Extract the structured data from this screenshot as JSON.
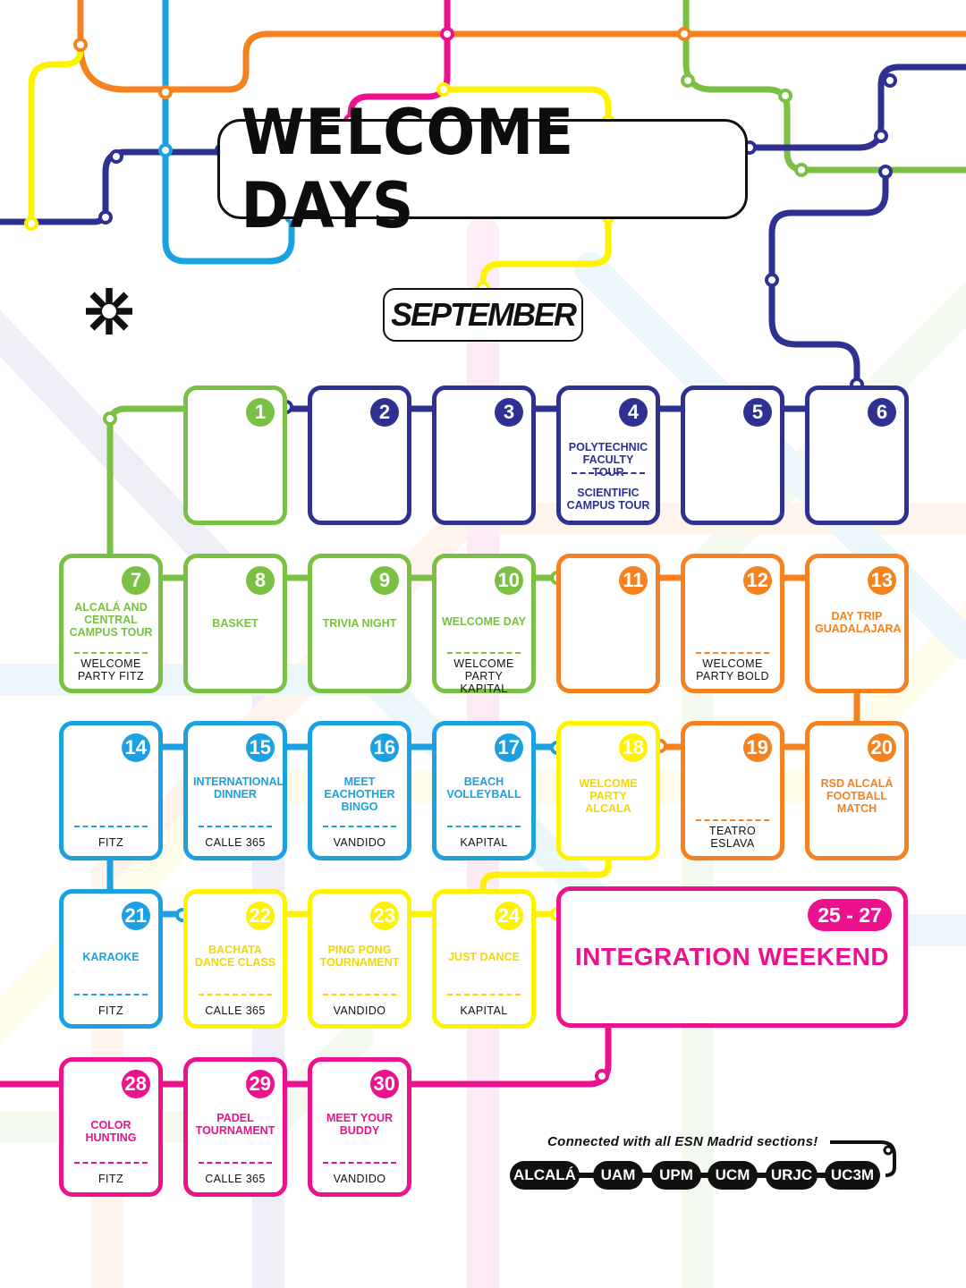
{
  "header": {
    "title": "WELCOME DAYS",
    "month": "SEPTEMBER"
  },
  "logo": {
    "icon": "asterisk-icon"
  },
  "colors": {
    "green": "#7ac143",
    "navy": "#2e3192",
    "orange": "#f58220",
    "cyan": "#1ba1e2",
    "yellow": "#fff200",
    "magenta": "#ec128e"
  },
  "days": [
    {
      "num": "1",
      "color": "green"
    },
    {
      "num": "2",
      "color": "navy"
    },
    {
      "num": "3",
      "color": "navy"
    },
    {
      "num": "4",
      "color": "navy",
      "event": "POLYTECHNIC FACULTY TOUR",
      "event2": "SCIENTIFIC CAMPUS TOUR"
    },
    {
      "num": "5",
      "color": "navy"
    },
    {
      "num": "6",
      "color": "navy"
    },
    {
      "num": "7",
      "color": "green",
      "event": "ALCALÁ AND CENTRAL CAMPUS TOUR",
      "venue": "WELCOME PARTY  FITZ"
    },
    {
      "num": "8",
      "color": "green",
      "event": "BASKET"
    },
    {
      "num": "9",
      "color": "green",
      "event": "TRIVIA NIGHT"
    },
    {
      "num": "10",
      "color": "green",
      "event": "WELCOME DAY",
      "venue": "WELCOME PARTY KAPITAL"
    },
    {
      "num": "11",
      "color": "orange"
    },
    {
      "num": "12",
      "color": "orange",
      "venue": "WELCOME PARTY BOLD"
    },
    {
      "num": "13",
      "color": "orange",
      "event": "DAY TRIP GUADALAJARA"
    },
    {
      "num": "14",
      "color": "cyan",
      "venue": "FITZ"
    },
    {
      "num": "15",
      "color": "cyan",
      "event": "INTERNATIONAL DINNER",
      "venue": "CALLE 365"
    },
    {
      "num": "16",
      "color": "cyan",
      "event": "MEET EACHOTHER BINGO",
      "venue": "VANDIDO"
    },
    {
      "num": "17",
      "color": "cyan",
      "event": "BEACH VOLLEYBALL",
      "venue": "KAPITAL"
    },
    {
      "num": "18",
      "color": "yellow",
      "event": "WELCOME PARTY ALCALA"
    },
    {
      "num": "19",
      "color": "orange",
      "venue": "TEATRO ESLAVA"
    },
    {
      "num": "20",
      "color": "orange",
      "event": "RSD ALCALÁ FOOTBALL MATCH"
    },
    {
      "num": "21",
      "color": "cyan",
      "event": "KARAOKE",
      "venue": "FITZ"
    },
    {
      "num": "22",
      "color": "yellow",
      "event": "BACHATA DANCE CLASS",
      "venue": "CALLE 365"
    },
    {
      "num": "23",
      "color": "yellow",
      "event": "PING PONG TOURNAMENT",
      "venue": "VANDIDO"
    },
    {
      "num": "24",
      "color": "yellow",
      "event": "JUST DANCE",
      "venue": "KAPITAL"
    },
    {
      "num": "28",
      "color": "magenta",
      "event": "COLOR HUNTING",
      "venue": "FITZ"
    },
    {
      "num": "29",
      "color": "magenta",
      "event": "PADEL TOURNAMENT",
      "venue": "CALLE 365"
    },
    {
      "num": "30",
      "color": "magenta",
      "event": "MEET YOUR BUDDY",
      "venue": "VANDIDO"
    }
  ],
  "weekend": {
    "range": "25 - 27",
    "title": "INTEGRATION WEEKEND"
  },
  "footer": {
    "connected": "Connected with all ESN Madrid sections!",
    "sections": [
      "ALCALÁ",
      "UAM",
      "UPM",
      "UCM",
      "URJC",
      "UC3M"
    ]
  }
}
